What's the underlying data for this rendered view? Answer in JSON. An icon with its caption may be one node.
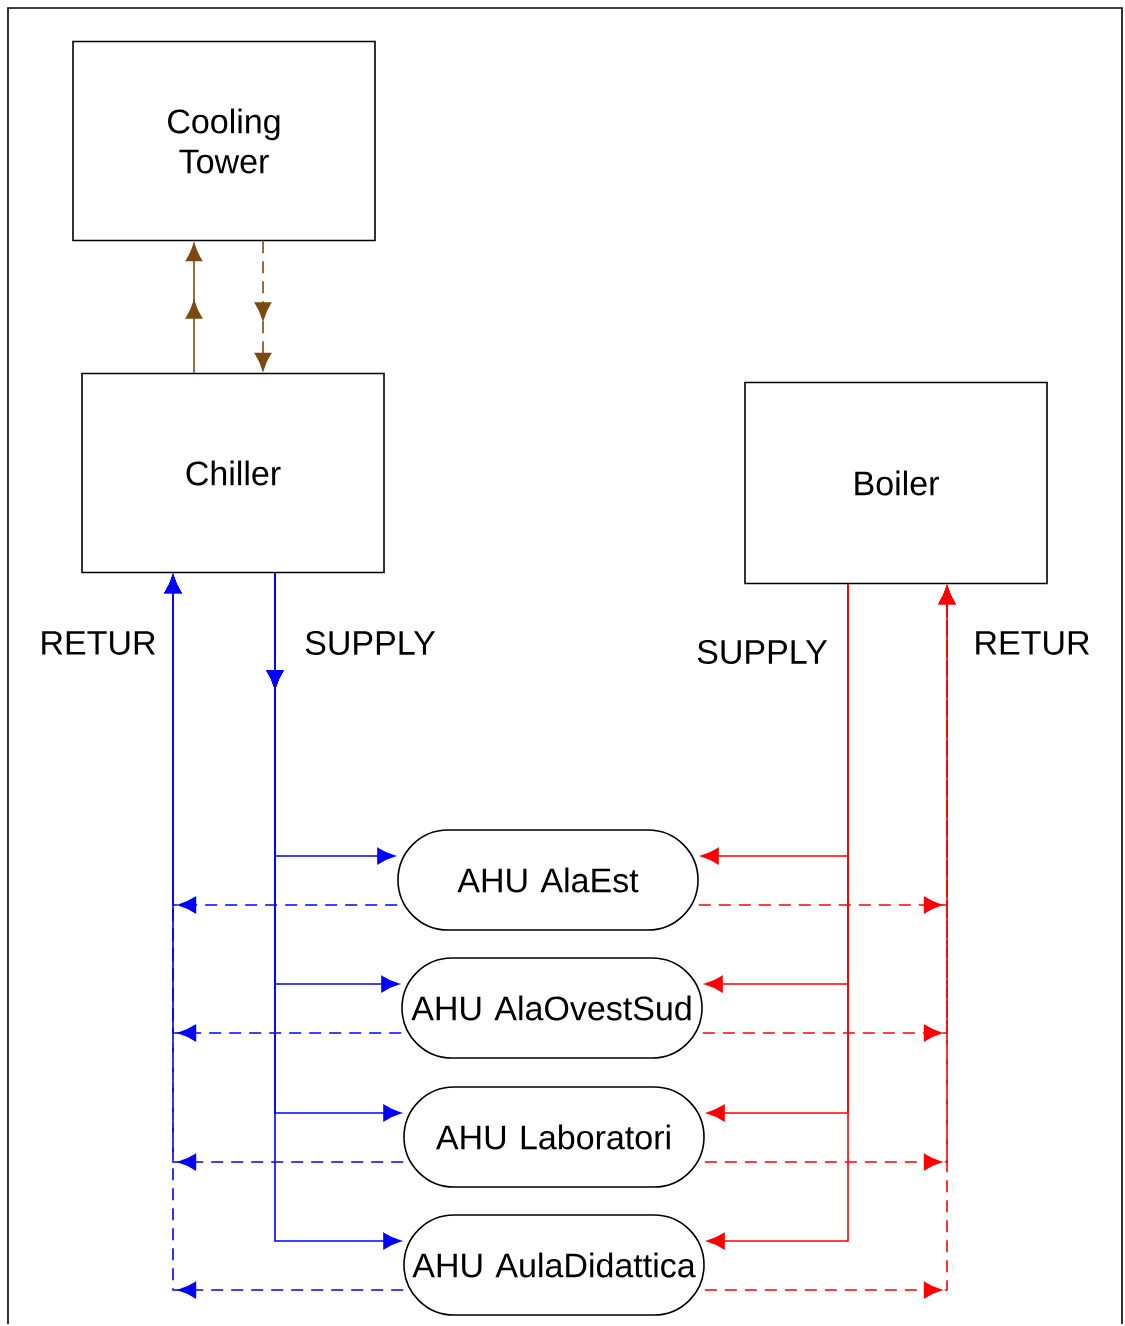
{
  "diagram": {
    "nodes": [
      {
        "text": [
          "Cooling Tower"
        ]
      },
      {
        "text": [
          "Chiller"
        ]
      },
      {
        "text": [
          "Boiler"
        ]
      },
      {
        "text": [
          "AHU AlaEst"
        ]
      },
      {
        "text": [
          "AHU AlaOvestSud"
        ]
      },
      {
        "text": [
          "AHU Laboratori"
        ]
      },
      {
        "text": [
          "AHU AulaDidattica"
        ]
      }
    ],
    "edges": [
      {
        "from": 1,
        "to": 0,
        "arrow": "to",
        "color": "#7b4a12"
      },
      {
        "from": 0,
        "to": 1,
        "arrow": "to",
        "style": "dashed",
        "color": "#7b4a12"
      },
      {
        "from": 1,
        "to": 3,
        "arrow": "to",
        "color": "#0000ff"
      },
      {
        "from": 1,
        "to": 4,
        "arrow": "to",
        "color": "#0000ff"
      },
      {
        "from": 1,
        "to": 5,
        "arrow": "to",
        "color": "#0000ff"
      },
      {
        "from": 1,
        "to": 6,
        "arrow": "to",
        "color": "#0000ff"
      },
      {
        "from": 3,
        "to": 1,
        "arrow": "to",
        "style": "dashed",
        "color": "#0000ff"
      },
      {
        "from": 4,
        "to": 1,
        "arrow": "to",
        "style": "dashed",
        "color": "#0000ff"
      },
      {
        "from": 5,
        "to": 1,
        "arrow": "to",
        "style": "dashed",
        "color": "#0000ff"
      },
      {
        "from": 6,
        "to": 1,
        "arrow": "to",
        "style": "dashed",
        "color": "#0000ff"
      },
      {
        "from": 2,
        "to": 3,
        "arrow": "to",
        "color": "#ff0000"
      },
      {
        "from": 2,
        "to": 4,
        "arrow": "to",
        "color": "#ff0000"
      },
      {
        "from": 2,
        "to": 5,
        "arrow": "to",
        "color": "#ff0000"
      },
      {
        "from": 2,
        "to": 6,
        "arrow": "to",
        "color": "#ff0000"
      },
      {
        "from": 3,
        "to": 2,
        "arrow": "to",
        "style": "dashed",
        "color": "#ff0000"
      },
      {
        "from": 4,
        "to": 2,
        "arrow": "to",
        "style": "dashed",
        "color": "#ff0000"
      },
      {
        "from": 5,
        "to": 2,
        "arrow": "to",
        "style": "dashed",
        "color": "#ff0000"
      },
      {
        "from": 6,
        "to": 2,
        "arrow": "to",
        "style": "dashed",
        "color": "#ff0000"
      }
    ],
    "labels": [
      "RETUR",
      "SUPPLY",
      "SUPPLY",
      "RETUR"
    ]
  }
}
